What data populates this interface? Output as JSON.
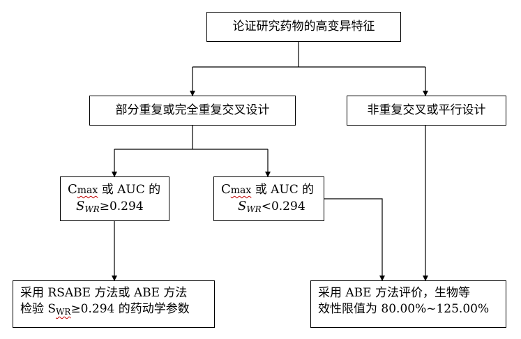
{
  "nodes": {
    "top": {
      "label": "论证研究药物的高变异特征"
    },
    "partial": {
      "label": "部分重复或完全重复交叉设计"
    },
    "nonrep": {
      "label": "非重复交叉或平行设计"
    },
    "ge": {
      "c": "C",
      "max": "max",
      "or_auc": " 或 AUC 的",
      "s": "S",
      "wr": "WR",
      "cond": "≥0.294"
    },
    "lt": {
      "c": "C",
      "max": "max",
      "or_auc": " 或 AUC 的",
      "s": "S",
      "wr": "WR",
      "cond": "<0.294"
    },
    "rsabe": {
      "line1": "采用 RSABE 方法或 ABE 方法",
      "line2_pre": "检验 S",
      "line2_sub": "WR",
      "line2_post": "≥0.294 的药动学参数"
    },
    "abe": {
      "line1": "采用 ABE 方法评价，生物等",
      "line2": "效性限值为 80.00%~125.00%"
    }
  }
}
